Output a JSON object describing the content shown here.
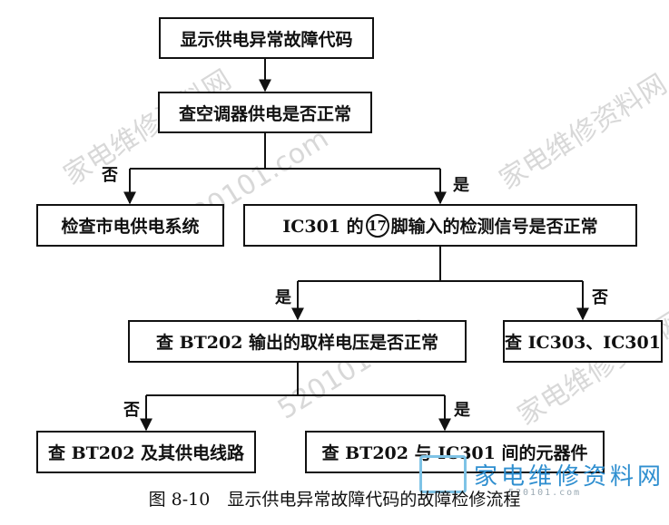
{
  "diagram": {
    "nodes": {
      "start": "显示供电异常故障代码",
      "check_power": "查空调器供电是否正常",
      "check_mains": "检查市电供电系统",
      "check_ic301_pre": "IC301 的",
      "check_ic301_pin": "17",
      "check_ic301_post": "脚输入的检测信号是否正常",
      "check_bt202": "查 BT202 输出的取样电压是否正常",
      "check_ic303": "查 IC303、IC301",
      "check_bt202_circuit": "查 BT202 及其供电线路",
      "check_components": "查 BT202 与 IC301 间的元器件"
    },
    "edge_labels": {
      "no_1": "否",
      "yes_1": "是",
      "yes_2": "是",
      "no_2": "否",
      "no_3": "否",
      "yes_3": "是"
    },
    "caption": "图 8-10　显示供电异常故障代码的故障检修流程"
  },
  "watermark": {
    "text_1": "家电维修资料网",
    "text_2": "520101.com",
    "text_3": "家电维修资料网",
    "text_4": "520101.com",
    "text_5": "家电维修资料网",
    "logo_text": "家电维修资料网",
    "logo_url": "520101.com"
  }
}
